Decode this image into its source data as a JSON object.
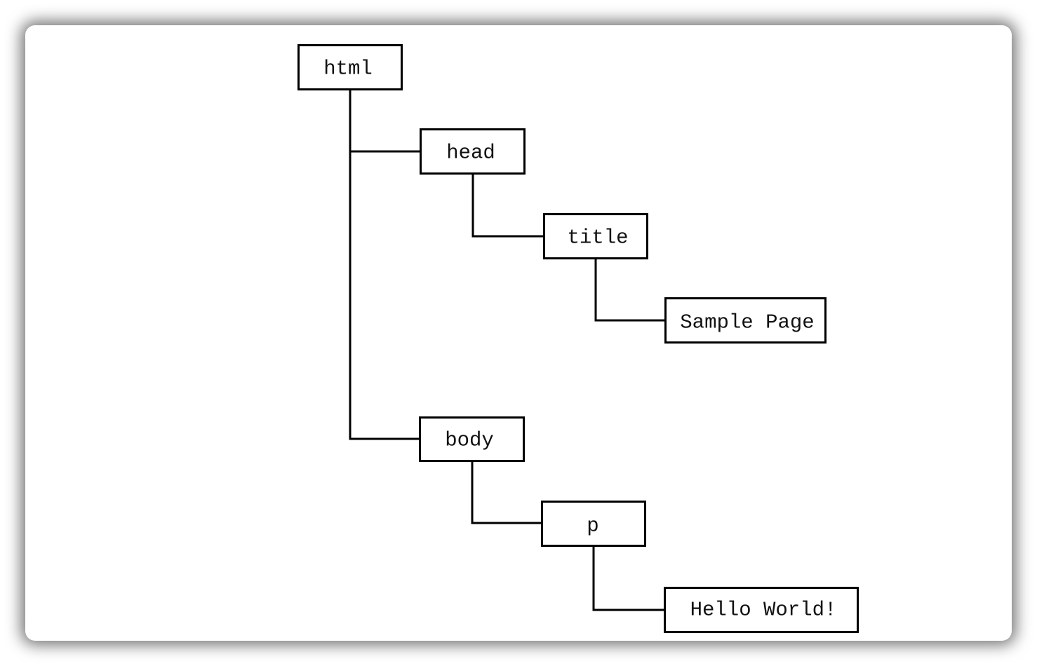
{
  "colors": {
    "background": "#ffffff",
    "line": "#000000",
    "text": "#111111"
  },
  "tree": {
    "nodes": [
      {
        "id": "html",
        "label": "html"
      },
      {
        "id": "head",
        "label": "head"
      },
      {
        "id": "title",
        "label": "title"
      },
      {
        "id": "sample",
        "label": "Sample Page"
      },
      {
        "id": "body",
        "label": "body"
      },
      {
        "id": "p",
        "label": "p"
      },
      {
        "id": "hello",
        "label": "Hello World!"
      }
    ],
    "edges": [
      {
        "from": "html",
        "to": "head"
      },
      {
        "from": "head",
        "to": "title"
      },
      {
        "from": "title",
        "to": "sample"
      },
      {
        "from": "html",
        "to": "body"
      },
      {
        "from": "body",
        "to": "p"
      },
      {
        "from": "p",
        "to": "hello"
      }
    ]
  }
}
